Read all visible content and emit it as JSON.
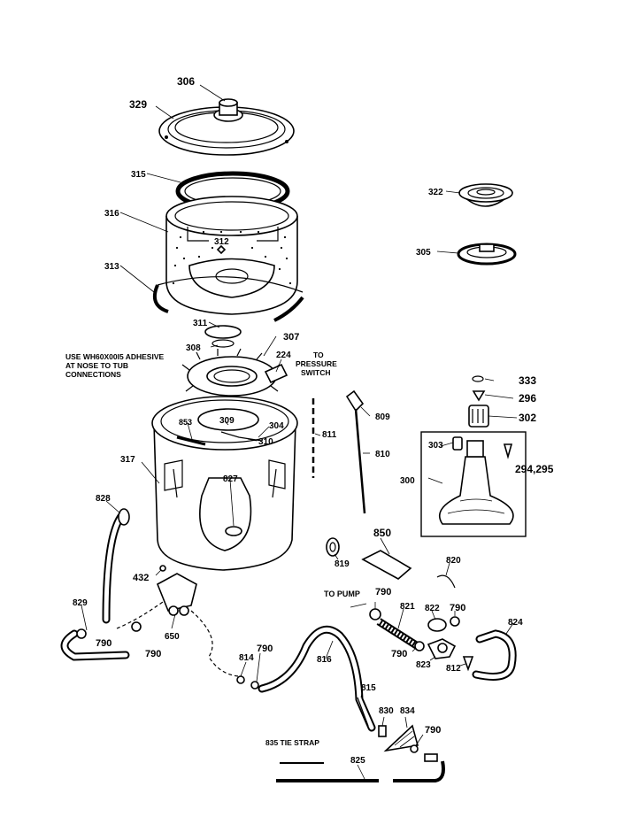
{
  "labels": {
    "l306": "306",
    "l329": "329",
    "l315": "315",
    "l316": "316",
    "l312": "312",
    "l313": "313",
    "l311": "311",
    "l308": "308",
    "l307": "307",
    "l224": "224",
    "l322": "322",
    "l305": "305",
    "l333": "333",
    "l296": "296",
    "l302": "302",
    "l303": "303",
    "l294": "294,295",
    "l300": "300",
    "l853": "853",
    "l309": "309",
    "l304": "304",
    "l310": "310",
    "l317": "317",
    "l827": "827",
    "l811": "811",
    "l809": "809",
    "l810": "810",
    "l828": "828",
    "l850": "850",
    "l819": "819",
    "l820": "820",
    "l432": "432",
    "l829": "829",
    "l790a": "790",
    "l790b": "790",
    "l650": "650",
    "l790c": "790",
    "l821": "821",
    "l822": "822",
    "l790d": "790",
    "l824": "824",
    "l790e": "790",
    "l823": "823",
    "l812": "812",
    "l814": "814",
    "l790f": "790",
    "l816": "816",
    "l815": "815",
    "l830": "830",
    "l834": "834",
    "l790g": "790",
    "l835": "835 TIE STRAP",
    "l825": "825"
  },
  "notes": {
    "adhesive": [
      "USE WH60X00I5 ADHESIVE",
      "AT NOSE TO TUB",
      "CONNECTIONS"
    ],
    "pressure": [
      "TO",
      "PRESSURE",
      "SWITCH"
    ],
    "pump": "TO PUMP"
  }
}
